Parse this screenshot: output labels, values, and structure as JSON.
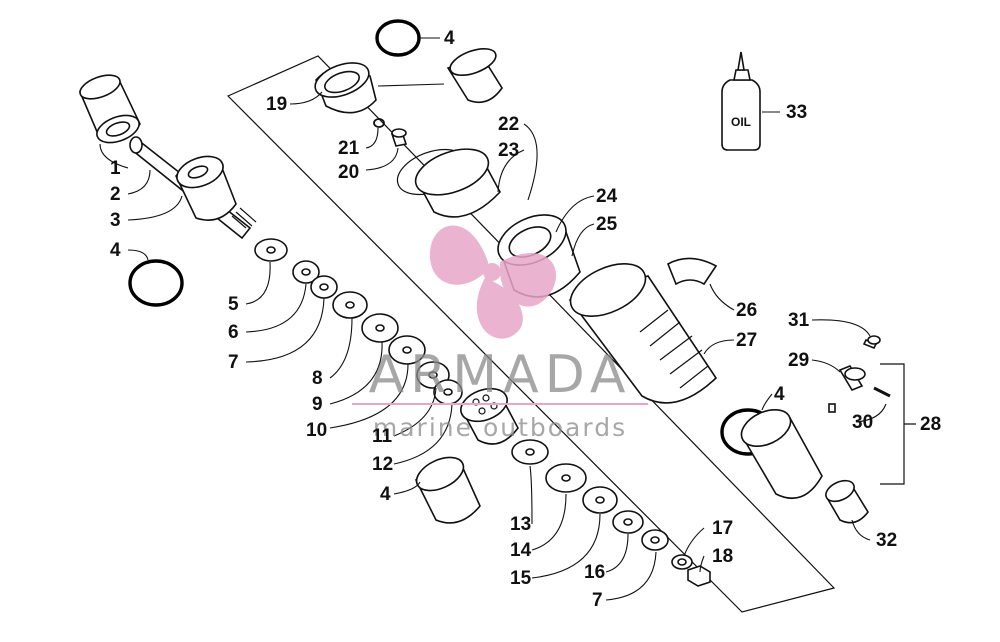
{
  "watermark": {
    "brand": "ARMADA",
    "tagline": "marine outboards",
    "logo_color": "#e7a6c8",
    "text_color": "#8a8a8a"
  },
  "oil_bottle": {
    "label": "OIL"
  },
  "callouts": [
    "1",
    "2",
    "3",
    "4",
    "5",
    "6",
    "7",
    "8",
    "9",
    "10",
    "11",
    "12",
    "4",
    "13",
    "14",
    "15",
    "16",
    "7",
    "17",
    "18",
    "19",
    "4",
    "21",
    "20",
    "22",
    "23",
    "24",
    "25",
    "26",
    "27",
    "4",
    "31",
    "29",
    "30",
    "28",
    "32",
    "33"
  ]
}
